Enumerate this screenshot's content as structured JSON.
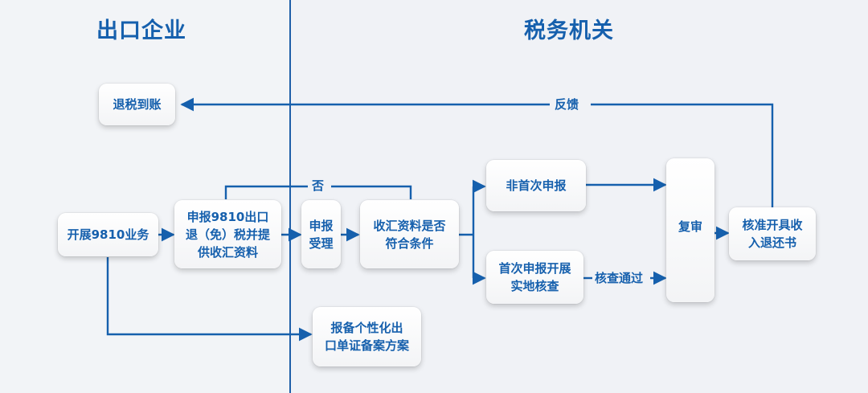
{
  "lanes": {
    "left_title": "出口企业",
    "right_title": "税务机关"
  },
  "nodes": {
    "refund_received": "退税到账",
    "start_9810": "开展9810业务",
    "declare_refund": "申报9810出口\n退（免）税并提\n供收汇资料",
    "accept": "申报\n受理",
    "check_docs": "收汇资料是否\n符合条件",
    "non_first": "非首次申报",
    "first_inspection": "首次申报开展\n实地核查",
    "review": "复审",
    "approve": "核准开具收\n入退还书",
    "file_plan": "报备个性化出\n口单证备案方案"
  },
  "edge_labels": {
    "feedback": "反馈",
    "no": "否",
    "passed": "核查通过"
  }
}
